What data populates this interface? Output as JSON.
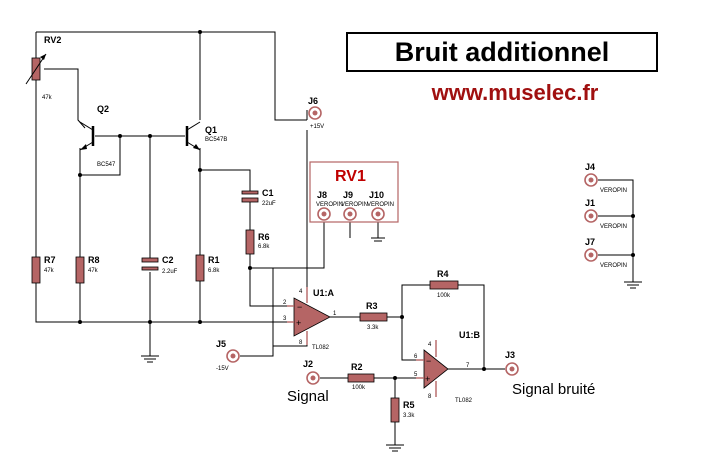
{
  "title": "Bruit additionnel",
  "website": "www.muselec.fr",
  "components": {
    "rv2": {
      "ref": "RV2",
      "value": "47k"
    },
    "q2": {
      "ref": "Q2",
      "value": "BC547"
    },
    "q1": {
      "ref": "Q1",
      "value": "BC547B"
    },
    "c1": {
      "ref": "C1",
      "value": "22uF"
    },
    "c2": {
      "ref": "C2",
      "value": "2.2uF"
    },
    "r1": {
      "ref": "R1",
      "value": "6.8k"
    },
    "r2": {
      "ref": "R2",
      "value": "100k"
    },
    "r3": {
      "ref": "R3",
      "value": "3.3k"
    },
    "r4": {
      "ref": "R4",
      "value": "100k"
    },
    "r5": {
      "ref": "R5",
      "value": "3.3k"
    },
    "r6": {
      "ref": "R6",
      "value": "6.8k"
    },
    "r7": {
      "ref": "R7",
      "value": "47k"
    },
    "r8": {
      "ref": "R8",
      "value": "47k"
    },
    "u1a": {
      "ref": "U1:A",
      "value": "TL082"
    },
    "u1b": {
      "ref": "U1:B",
      "value": "TL082"
    },
    "j1": {
      "ref": "J1",
      "value": "VEROPIN"
    },
    "j2": {
      "ref": "J2"
    },
    "j3": {
      "ref": "J3"
    },
    "j4": {
      "ref": "J4",
      "value": "VEROPIN"
    },
    "j5": {
      "ref": "J5",
      "value": "-15V"
    },
    "j6": {
      "ref": "J6",
      "value": "+15V"
    },
    "j7": {
      "ref": "J7",
      "value": "VEROPIN"
    },
    "j8": {
      "ref": "J8",
      "value": "VEROPIN"
    },
    "j9": {
      "ref": "J9",
      "value": "VEROPIN"
    },
    "j10": {
      "ref": "J10",
      "value": "VEROPIN"
    },
    "rv1": {
      "ref": "RV1"
    }
  },
  "pins": {
    "u1a_minus": "2",
    "u1a_plus": "3",
    "u1a_out": "1",
    "u1a_vp": "4",
    "u1a_vn": "8",
    "u1b_minus": "6",
    "u1b_plus": "5",
    "u1b_out": "7",
    "u1b_vp": "4",
    "u1b_vn": "8"
  },
  "labels": {
    "signal_in": "Signal",
    "signal_out": "Signal bruité"
  }
}
